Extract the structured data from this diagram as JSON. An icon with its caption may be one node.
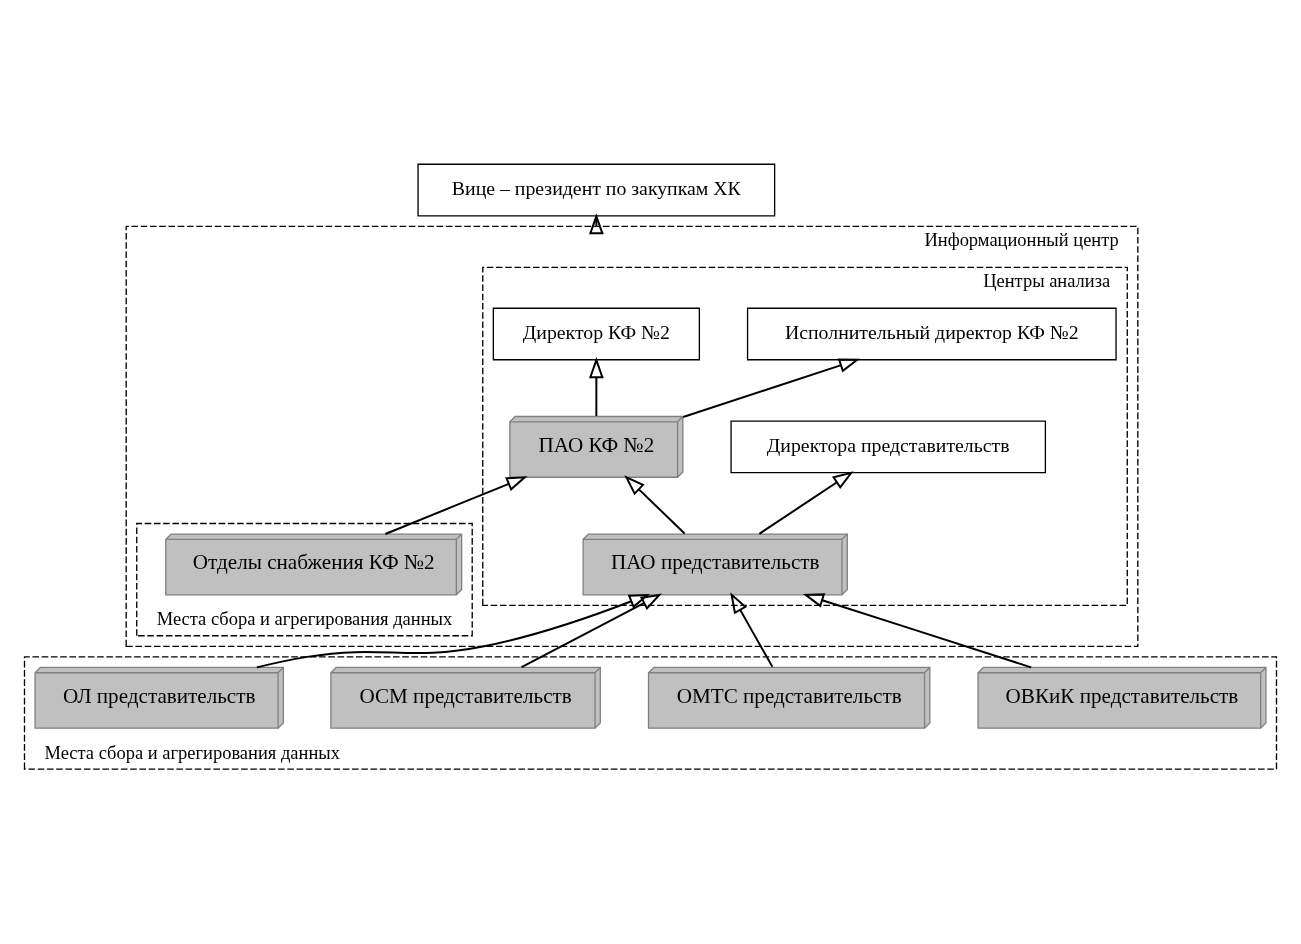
{
  "diagram": {
    "nodes": [
      {
        "text": [
          "Вице – президент по закупкам ХК"
        ]
      },
      {
        "text": [
          "Информационный центр"
        ]
      },
      {
        "text": [
          "Центры анализа"
        ],
        "in": 1
      },
      {
        "text": [
          "Директор КФ №2"
        ],
        "in": 2
      },
      {
        "text": [
          "ПАО КФ №2"
        ],
        "in": 2
      },
      {
        "text": [
          "Исполнительный директор КФ №2"
        ],
        "in": 2
      },
      {
        "text": [
          "Директора представительств"
        ],
        "in": 2
      },
      {
        "text": [
          "ПАО представительств"
        ],
        "in": 2
      },
      {
        "text": [
          "Места сбора и агрегирования данных"
        ],
        "in": 1
      },
      {
        "text": [
          "Отделы снабжения КФ №2"
        ],
        "in": 8
      },
      {
        "text": [
          "Места сбора и агрегирования данных"
        ]
      },
      {
        "text": [
          "ОВКиК представительств"
        ],
        "in": 10
      },
      {
        "text": [
          "ОМТС представительств"
        ],
        "in": 10
      },
      {
        "text": [
          "ОСМ представительств"
        ],
        "in": 10
      },
      {
        "text": [
          "ОЛ представительств"
        ],
        "in": 10
      }
    ],
    "edges": [
      {
        "from": 1,
        "to": 0,
        "arrow": "to"
      },
      {
        "from": 4,
        "to": 3,
        "arrow": "to"
      },
      {
        "from": 4,
        "to": 5,
        "arrow": "to"
      },
      {
        "from": 9,
        "to": 4,
        "arrow": "to"
      },
      {
        "from": 7,
        "to": 4,
        "arrow": "to"
      },
      {
        "from": 7,
        "to": 6,
        "arrow": "to"
      },
      {
        "from": 11,
        "to": 7,
        "arrow": "to"
      },
      {
        "from": 12,
        "to": 7,
        "arrow": "to"
      },
      {
        "from": 13,
        "to": 7,
        "arrow": "to"
      },
      {
        "from": 14,
        "to": 7,
        "arrow": "to"
      }
    ]
  }
}
